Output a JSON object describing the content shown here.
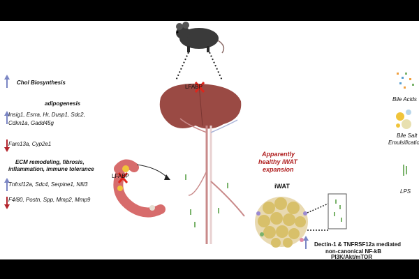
{
  "left_panel": {
    "chol": "Chol Biosynthesis",
    "adipogenesis_title": "adipogenesis",
    "adipogenesis_up_line1": "Insig1, Esrra, Hr, Dusp1, Sdc2,",
    "adipogenesis_up_line2": "Cdkn1a, Gadd45g",
    "adipogenesis_down": "Fam13a, Cyp2e1",
    "ecm_title_line1": "ECM remodeling, fibrosis,",
    "ecm_title_line2": "inflammation, immune tolerance",
    "ecm_up": "Tnfrsf12a, Sdc4, Serpine1, Nfil3",
    "ecm_down": "F4/80, Postn, Spp, Mmp2, Mmp9"
  },
  "center": {
    "liver_label": "LFABP",
    "intestine_label": "LFABP"
  },
  "iwat": {
    "expansion_line1": "Apparently",
    "expansion_line2": "healthy iWAT",
    "expansion_line3": "expansion",
    "label": "iWAT",
    "pathway_line1": "Dectin-1 & TNFRSF12a mediated",
    "pathway_line2": "non-canonical NF-kB",
    "pathway_line3": "PI3K/Akt/mTOR"
  },
  "right_panel": {
    "bile_acids": "Bile Acids",
    "bile_salt_line1": "Bile Salt",
    "bile_salt_line2": "Emulsification",
    "lps": "LPS"
  },
  "colors": {
    "up_arrow": "#7b86c4",
    "down_arrow": "#b3242c",
    "x_mark": "#e0251b",
    "expansion_text": "#b02020",
    "liver": "#9a4a44",
    "adipocyte": "#d8c06a"
  },
  "icons": [
    "mouse-icon",
    "liver-icon",
    "intestine-icon",
    "blood-vessel-icon",
    "adipose-tissue-icon",
    "bile-acids-icon",
    "bile-salt-icon",
    "lps-icon"
  ]
}
